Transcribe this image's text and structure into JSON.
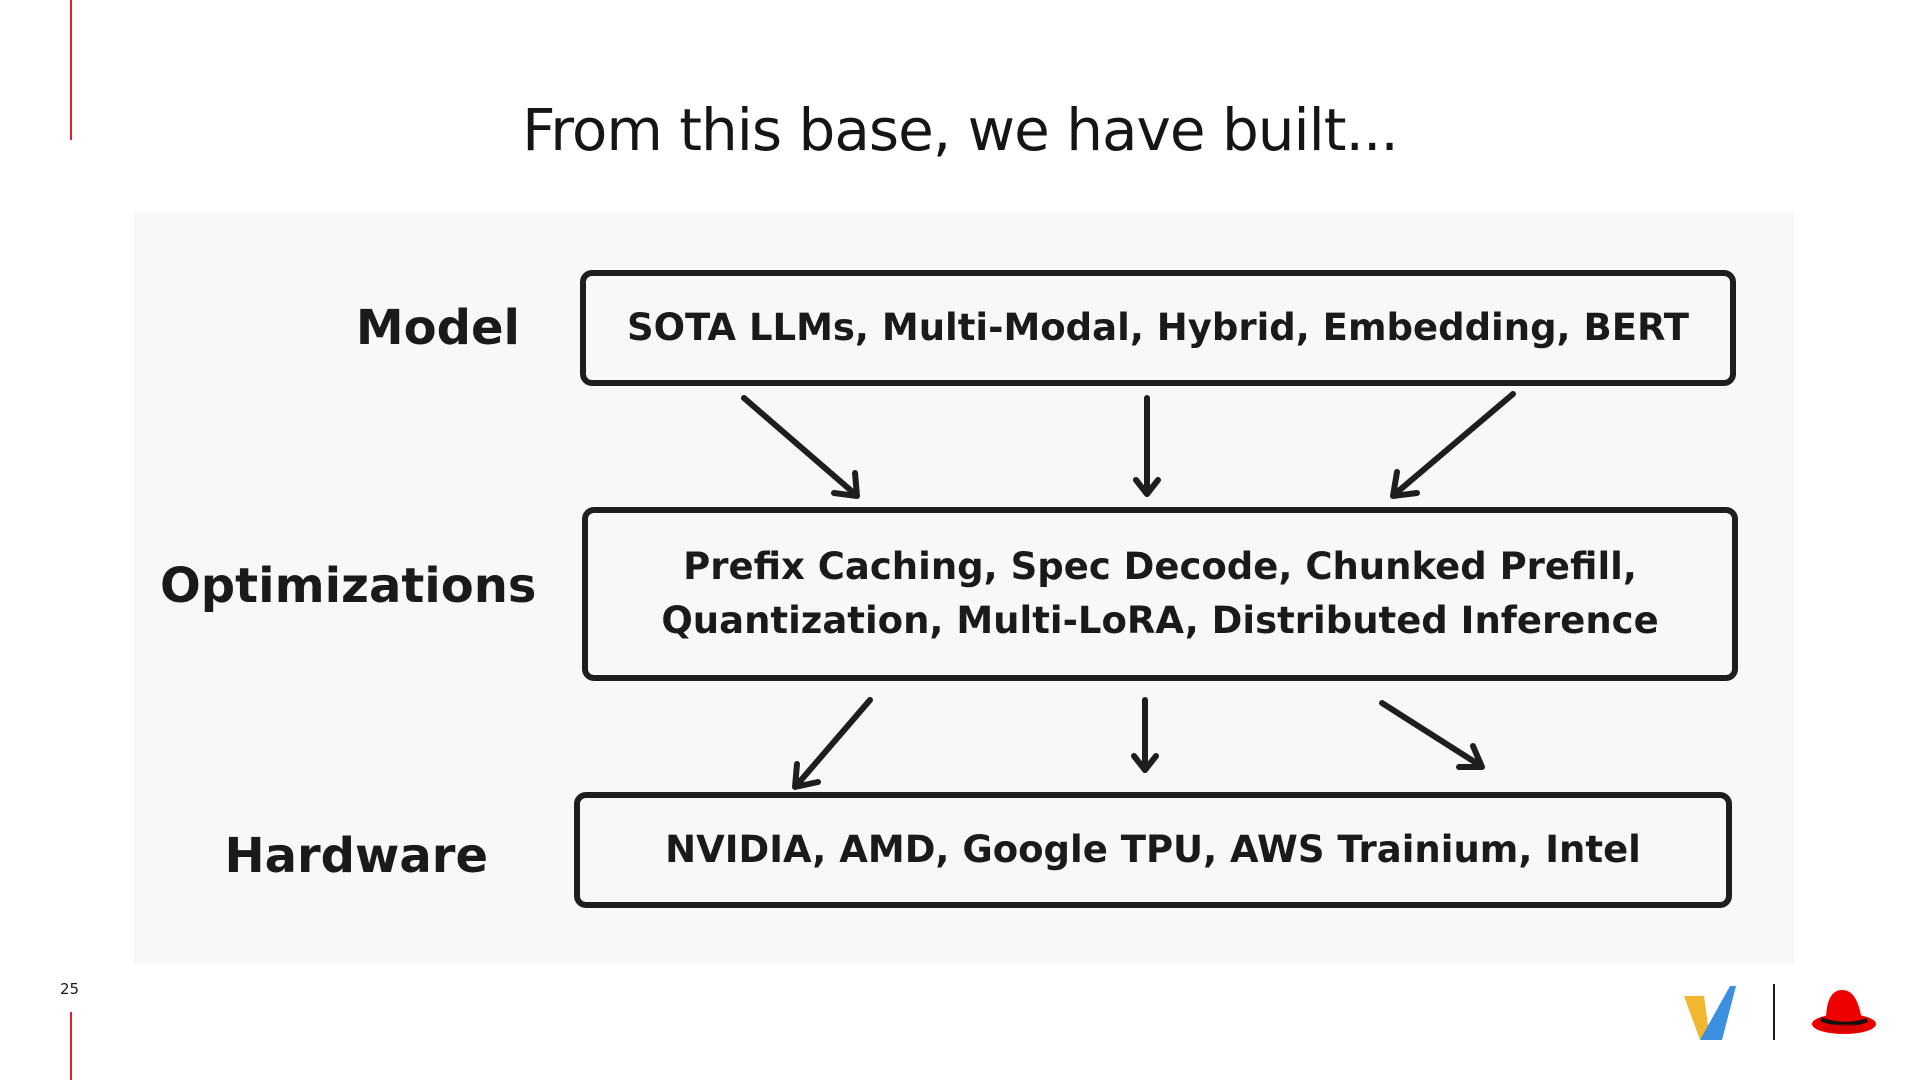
{
  "slide": {
    "title": "From this base, we have built...",
    "page_number": "25"
  },
  "diagram": {
    "rows": [
      {
        "label": "Model",
        "lines": [
          "SOTA LLMs, Multi-Modal, Hybrid, Embedding, BERT"
        ]
      },
      {
        "label": "Optimizations",
        "lines": [
          "Prefix Caching, Spec Decode, Chunked Prefill,",
          "Quantization, Multi-LoRA, Distributed Inference"
        ]
      },
      {
        "label": "Hardware",
        "lines": [
          "NVIDIA, AMD, Google TPU, AWS Trainium, Intel"
        ]
      }
    ]
  },
  "colors": {
    "accent_red": "#e0232a",
    "panel_bg": "#f7f8fa",
    "ink": "#1e1e1e",
    "vllm_yellow": "#f2b731",
    "vllm_blue": "#3d8fe0",
    "redhat_red": "#ee0000"
  },
  "icons": {
    "vllm_logo": "vllm-logo-icon",
    "redhat_logo": "red-hat-logo-icon"
  }
}
